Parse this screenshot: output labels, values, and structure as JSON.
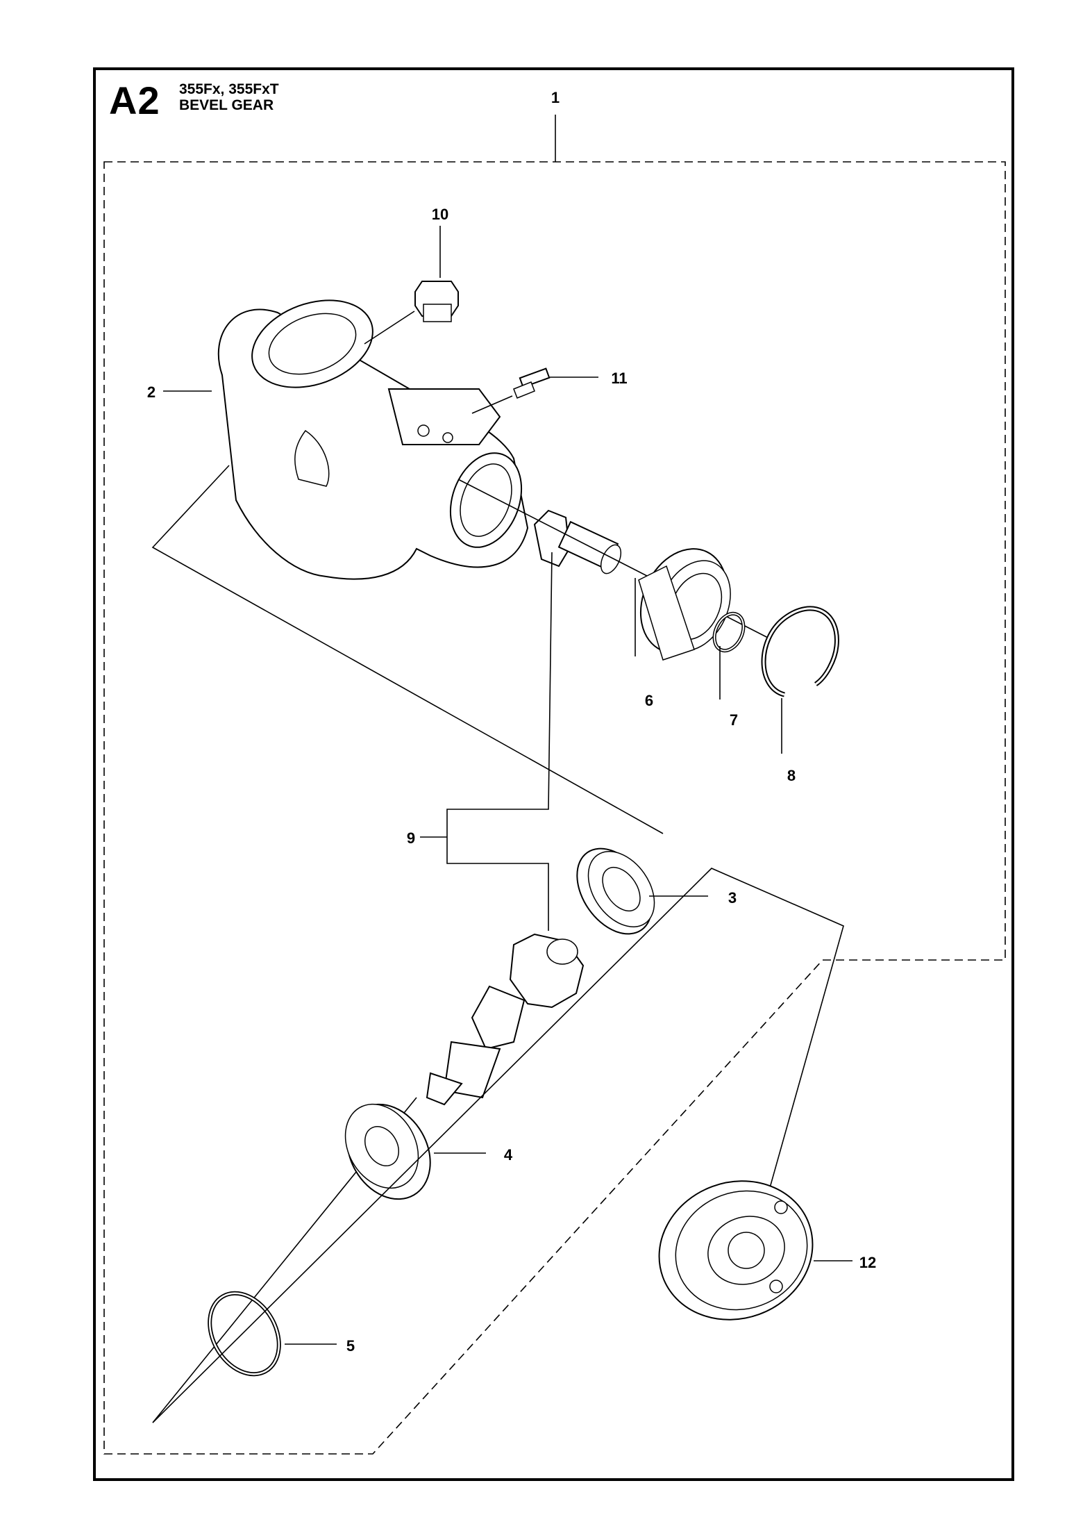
{
  "header": {
    "section_code": "A2",
    "models": "355Fx, 355FxT",
    "title": "BEVEL GEAR"
  },
  "callouts": {
    "c1": "1",
    "c2": "2",
    "c3": "3",
    "c4": "4",
    "c5": "5",
    "c6": "6",
    "c7": "7",
    "c8": "8",
    "c9": "9",
    "c10": "10",
    "c11": "11",
    "c12": "12"
  }
}
